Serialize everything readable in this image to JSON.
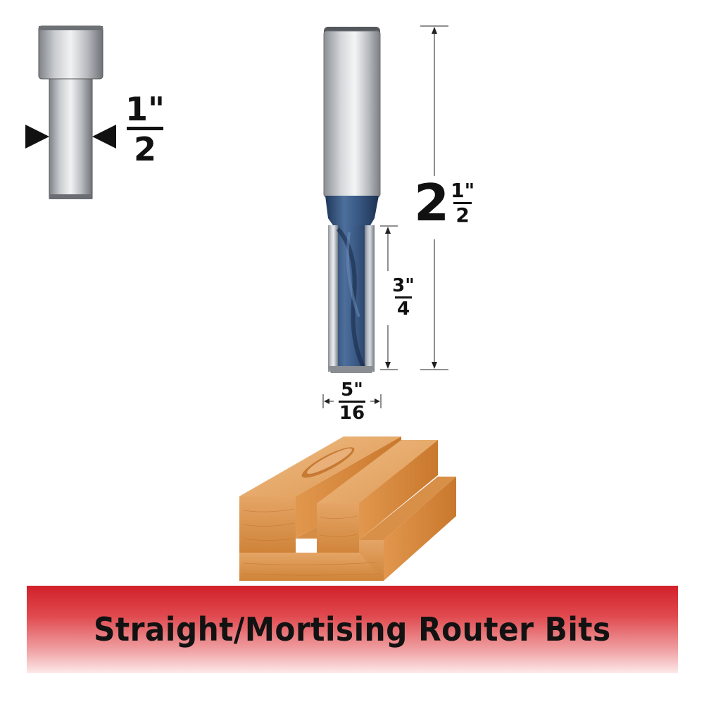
{
  "shank_diameter": {
    "whole": "1\"",
    "denominator": "2"
  },
  "overall_length": {
    "whole": "2",
    "numerator": "1\"",
    "denominator": "2"
  },
  "cutting_length": {
    "numerator": "3\"",
    "denominator": "4"
  },
  "cutting_diameter": {
    "numerator": "5\"",
    "denominator": "16"
  },
  "banner": {
    "title": "Straight/Mortising Router Bits"
  },
  "colors": {
    "steel": "#b9bcc0",
    "flute_blue": "#34547f",
    "wood": "#d8893e",
    "banner_red": "#d2202a"
  },
  "icons": [
    "shank-diagram-icon",
    "router-bit-illustration",
    "wood-groove-illustration"
  ]
}
